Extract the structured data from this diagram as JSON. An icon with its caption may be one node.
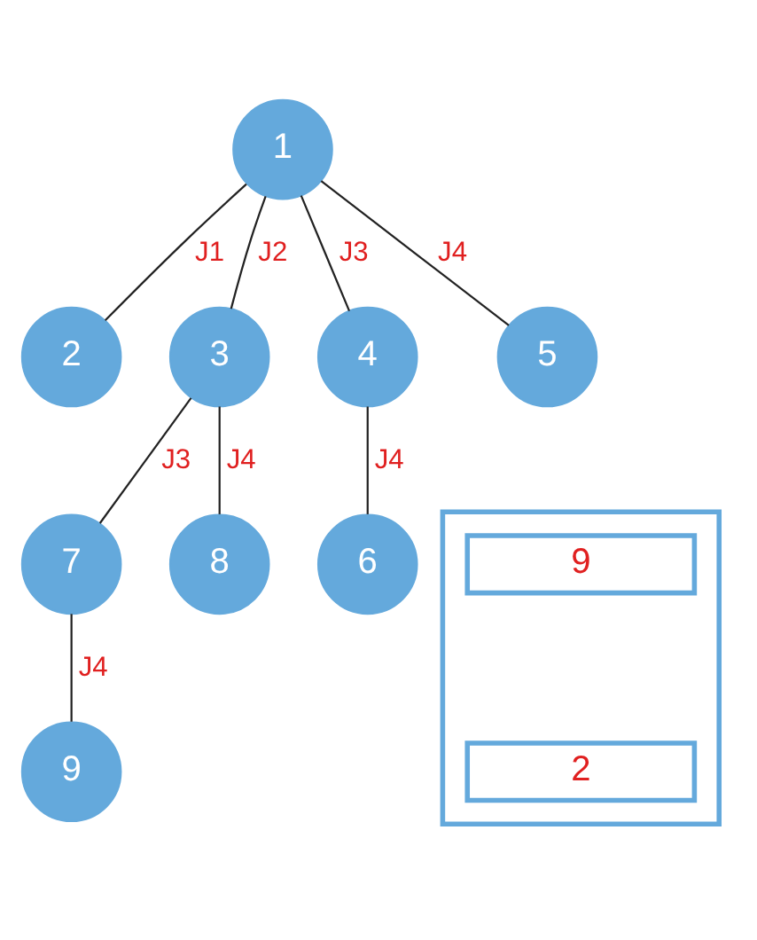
{
  "diagram": {
    "nodes": [
      {
        "text": [
          "1"
        ]
      },
      {
        "text": [
          "2"
        ]
      },
      {
        "text": [
          "3"
        ]
      },
      {
        "text": [
          "4"
        ]
      },
      {
        "text": [
          "5"
        ]
      },
      {
        "text": [
          "7"
        ]
      },
      {
        "text": [
          "8"
        ]
      },
      {
        "text": [
          "6"
        ]
      },
      {
        "text": [
          "9"
        ]
      },
      {
        "text": [],
        "shape": "box"
      },
      {
        "text": [
          "9"
        ],
        "in": 9
      },
      {
        "text": [
          "2"
        ],
        "in": 9
      }
    ],
    "edges": [
      {
        "from": 0,
        "to": 1,
        "arrow": "none",
        "label": "J1"
      },
      {
        "from": 0,
        "to": 2,
        "arrow": "none",
        "label": "J2"
      },
      {
        "from": 0,
        "to": 3,
        "arrow": "none",
        "label": "J3"
      },
      {
        "from": 0,
        "to": 4,
        "arrow": "none",
        "label": "J4"
      },
      {
        "from": 2,
        "to": 5,
        "arrow": "none",
        "label": "J3"
      },
      {
        "from": 2,
        "to": 6,
        "arrow": "none",
        "label": "J4"
      },
      {
        "from": 3,
        "to": 7,
        "arrow": "none",
        "label": "J4"
      },
      {
        "from": 5,
        "to": 8,
        "arrow": "none",
        "label": "J4"
      }
    ]
  }
}
